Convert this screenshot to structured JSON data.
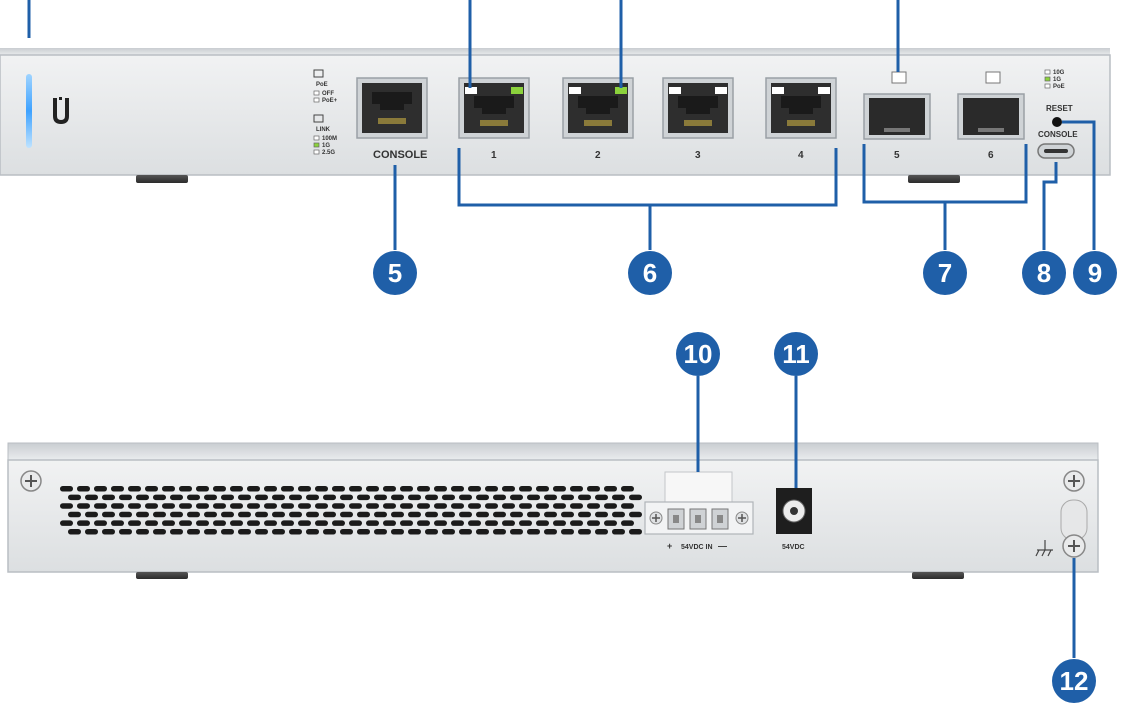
{
  "front_panel": {
    "console_label": "CONSOLE",
    "port_labels": [
      "1",
      "2",
      "3",
      "4"
    ],
    "sfp_labels": [
      "5",
      "6"
    ],
    "reset_label": "RESET",
    "usb_console_label": "CONSOLE",
    "legend_poe": [
      "PoE",
      "OFF",
      "PoE+"
    ],
    "legend_link": [
      "LINK",
      "100M",
      "1G",
      "2.5G"
    ],
    "legend_sfp": [
      "10G",
      "1G",
      "PoE"
    ]
  },
  "rear_panel": {
    "terminal_label": "54VDC IN",
    "terminal_plus": "+",
    "terminal_minus": "—",
    "dc_jack_label": "54VDC"
  },
  "callouts": [
    "5",
    "6",
    "7",
    "8",
    "9",
    "10",
    "11",
    "12"
  ],
  "colors": {
    "callout_blue": "#1f5fa8",
    "led_green": "#8bd23c",
    "chassis": "#e6e8ea"
  }
}
